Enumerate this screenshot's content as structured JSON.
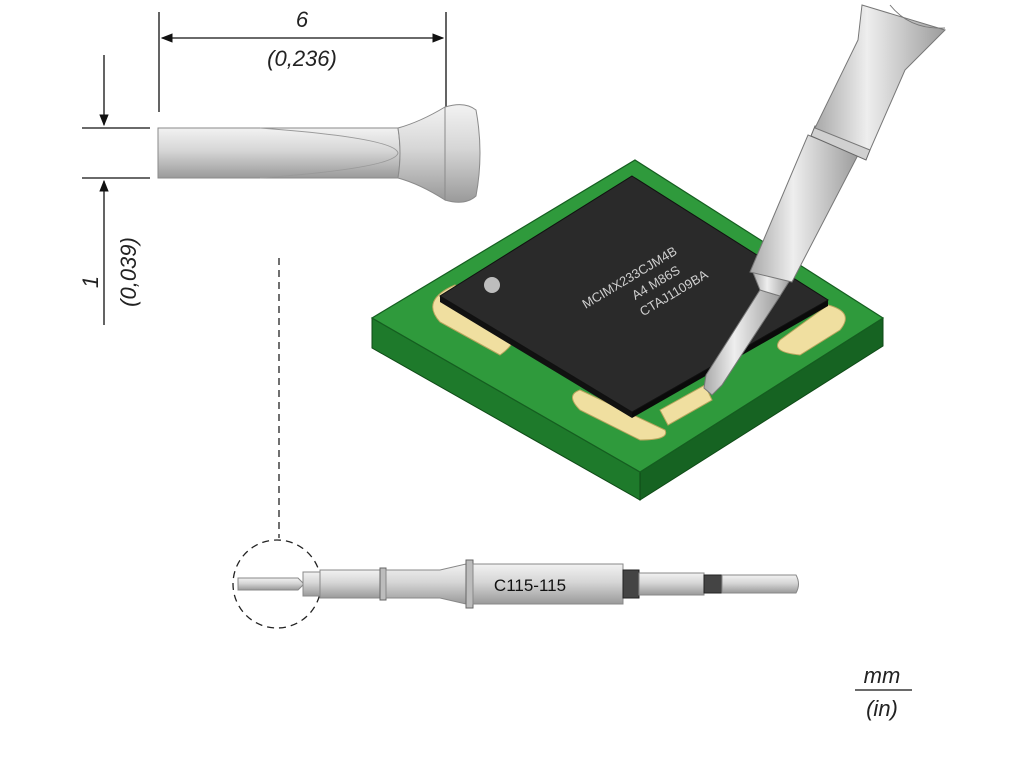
{
  "dimensions": {
    "length_mm": "6",
    "length_in": "(0,236)",
    "width_mm": "1",
    "width_in": "(0,039)"
  },
  "chip": {
    "line1": "MCIMX233CJM4B",
    "line2": "A4 M86S",
    "line3": "CTAJ1109BA"
  },
  "tip": {
    "model": "C115-115"
  },
  "units": {
    "primary": "mm",
    "secondary": "(in)"
  },
  "colors": {
    "pcb_top": "#2f9a3c",
    "pcb_side": "#1e7a2b",
    "pad": "#f0dfa0",
    "chip": "#2a2a2a",
    "metal": "#c8c8c8"
  }
}
